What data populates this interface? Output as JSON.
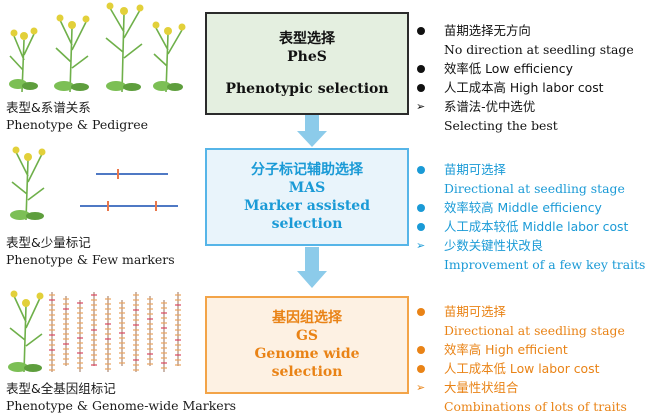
{
  "sections": [
    {
      "box": {
        "cn": "表型选择",
        "en1": "PheS",
        "en2": "Phenotypic selection"
      },
      "caption": {
        "cn": "表型&系谱关系",
        "en": "Phenotype & Pedigree"
      },
      "bullets": [
        {
          "marker": "dot",
          "text": "苗期选择无方向"
        },
        {
          "marker": "none",
          "text": "No direction at seedling stage"
        },
        {
          "marker": "dot",
          "text": "效率低 Low efficiency"
        },
        {
          "marker": "dot",
          "text": "人工成本高 High labor cost"
        },
        {
          "marker": "arrow",
          "text": "系谱法-优中选优"
        },
        {
          "marker": "none",
          "text": "Selecting the best"
        }
      ]
    },
    {
      "box": {
        "cn": "分子标记辅助选择",
        "en1": "MAS",
        "en2": "Marker assisted",
        "en3": "selection"
      },
      "caption": {
        "cn": "表型&少量标记",
        "en": "Phenotype & Few markers"
      },
      "bullets": [
        {
          "marker": "dot",
          "text": "苗期可选择"
        },
        {
          "marker": "none",
          "text": "Directional at seedling stage"
        },
        {
          "marker": "dot",
          "text": "效率较高 Middle efficiency"
        },
        {
          "marker": "dot",
          "text": "人工成本较低 Middle labor cost"
        },
        {
          "marker": "arrow",
          "text": "少数关键性状改良"
        },
        {
          "marker": "none",
          "text": "Improvement of a few key traits"
        }
      ]
    },
    {
      "box": {
        "cn": "基因组选择",
        "en1": "GS",
        "en2": "Genome wide",
        "en3": "selection"
      },
      "caption": {
        "cn": "表型&全基因组标记",
        "en": "Phenotype & Genome-wide Markers"
      },
      "bullets": [
        {
          "marker": "dot",
          "text": "苗期可选择"
        },
        {
          "marker": "none",
          "text": "Directional at seedling stage"
        },
        {
          "marker": "dot",
          "text": "效率高 High efficient"
        },
        {
          "marker": "dot",
          "text": "人工成本低 Low labor cost"
        },
        {
          "marker": "arrow",
          "text": "大量性状组合"
        },
        {
          "marker": "none",
          "text": "Combinations of lots of traits"
        }
      ]
    }
  ],
  "colors": {
    "section1": "#111111",
    "section2": "#1a9ad6",
    "section3": "#e98316",
    "arrow": "#8ccbea",
    "marker_red": "#e8774b",
    "chromosome_blue": "#4f79c4",
    "plant_green": "#6fb04a",
    "flower_yellow": "#e2d03a"
  }
}
